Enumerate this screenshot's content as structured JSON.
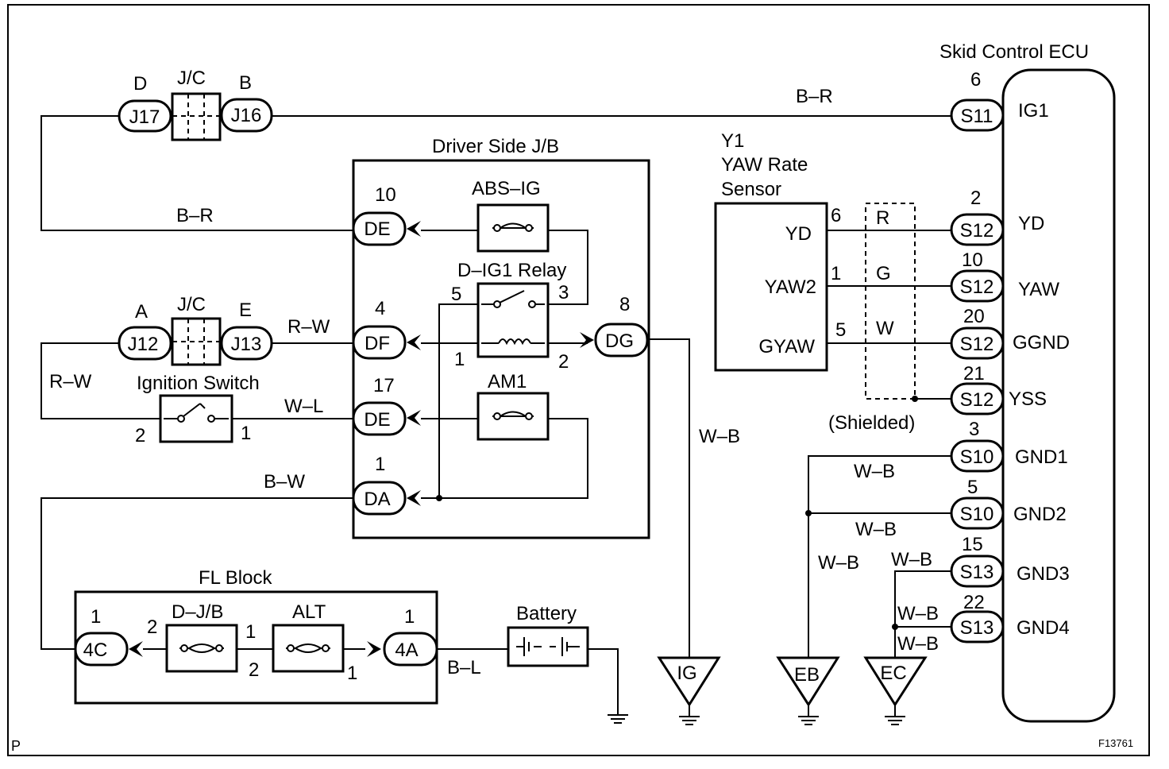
{
  "labels": {
    "skid_ecu": "Skid Control ECU",
    "jc": "J/C",
    "driver_jb": "Driver Side J/B",
    "abs_ig": "ABS–IG",
    "dig1_relay": "D–IG1 Relay",
    "am1": "AM1",
    "ign_switch": "Ignition Switch",
    "fl_block": "FL Block",
    "dj_b": "D–J/B",
    "alt": "ALT",
    "battery": "Battery",
    "yaw_y1": "Y1",
    "yaw_title1": "YAW Rate",
    "yaw_title2": "Sensor",
    "shielded": "(Shielded)",
    "corner_p": "P",
    "fig_id": "F13761"
  },
  "connectors": {
    "j17": "J17",
    "j16": "J16",
    "j12": "J12",
    "j13": "J13",
    "de_top": "DE",
    "df": "DF",
    "dg": "DG",
    "de_bot": "DE",
    "da": "DA",
    "c4c": "4C",
    "c4a": "4A",
    "s11": "S11",
    "s12a": "S12",
    "s12b": "S12",
    "s12c": "S12",
    "s12d": "S12",
    "s10a": "S10",
    "s10b": "S10",
    "s13a": "S13",
    "s13b": "S13",
    "gnd_ig": "IG",
    "gnd_eb": "EB",
    "gnd_ec": "EC"
  },
  "pins": {
    "jc1_d": "D",
    "jc1_b": "B",
    "jc2_a": "A",
    "jc2_e": "E",
    "de10": "10",
    "df4": "4",
    "de17": "17",
    "da1": "1",
    "dg8": "8",
    "relay5": "5",
    "relay3": "3",
    "relay1": "1",
    "relay2": "2",
    "ign2": "2",
    "ign1": "1",
    "c4c1": "1",
    "djb2": "2",
    "djb1": "1",
    "alt2": "2",
    "alt1": "1",
    "c4a1": "1",
    "yd6": "6",
    "yaw1": "1",
    "gyaw5": "5",
    "ecu6": "6",
    "ecu2": "2",
    "ecu10": "10",
    "ecu20": "20",
    "ecu21": "21",
    "ecu3": "3",
    "ecu5": "5",
    "ecu15": "15",
    "ecu22": "22"
  },
  "ecu_terms": {
    "ig1": "IG1",
    "yd": "YD",
    "yaw": "YAW",
    "ggnd": "GGND",
    "yss": "YSS",
    "gnd1": "GND1",
    "gnd2": "GND2",
    "gnd3": "GND3",
    "gnd4": "GND4"
  },
  "sensor_terms": {
    "yd": "YD",
    "yaw2": "YAW2",
    "gyaw": "GYAW"
  },
  "wires": {
    "br_top": "B–R",
    "br_left": "B–R",
    "rw_jc": "R–W",
    "rw_left": "R–W",
    "wl": "W–L",
    "bw": "B–W",
    "wb_dg": "W–B",
    "r": "R",
    "g": "G",
    "w": "W",
    "wb_gnd1": "W–B",
    "wb_gnd2": "W–B",
    "wb_eb": "W–B",
    "wb_gnd3": "W–B",
    "wb_gnd4a": "W–B",
    "wb_gnd4b": "W–B",
    "bl": "B–L"
  }
}
